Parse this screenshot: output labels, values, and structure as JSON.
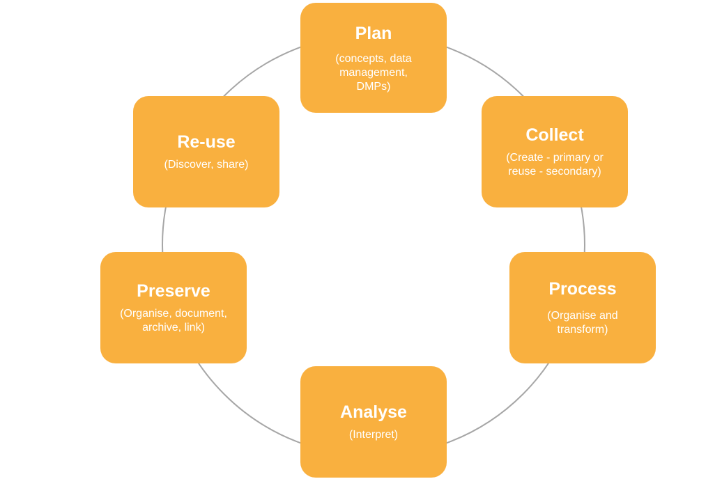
{
  "stages": [
    {
      "title": "Plan",
      "description": "(concepts, data management, DMPs)"
    },
    {
      "title": "Collect",
      "description": "(Create - primary or reuse - secondary)"
    },
    {
      "title": "Process",
      "description": "(Organise and transform)"
    },
    {
      "title": "Analyse",
      "description": "(Interpret)"
    },
    {
      "title": "Preserve",
      "description": "(Organise, document, archive, link)"
    },
    {
      "title": "Re-use",
      "description": "(Discover, share)"
    }
  ],
  "colors": {
    "box_fill": "#f9b03f",
    "text": "#ffffff",
    "ring": "#a6a6a6"
  }
}
